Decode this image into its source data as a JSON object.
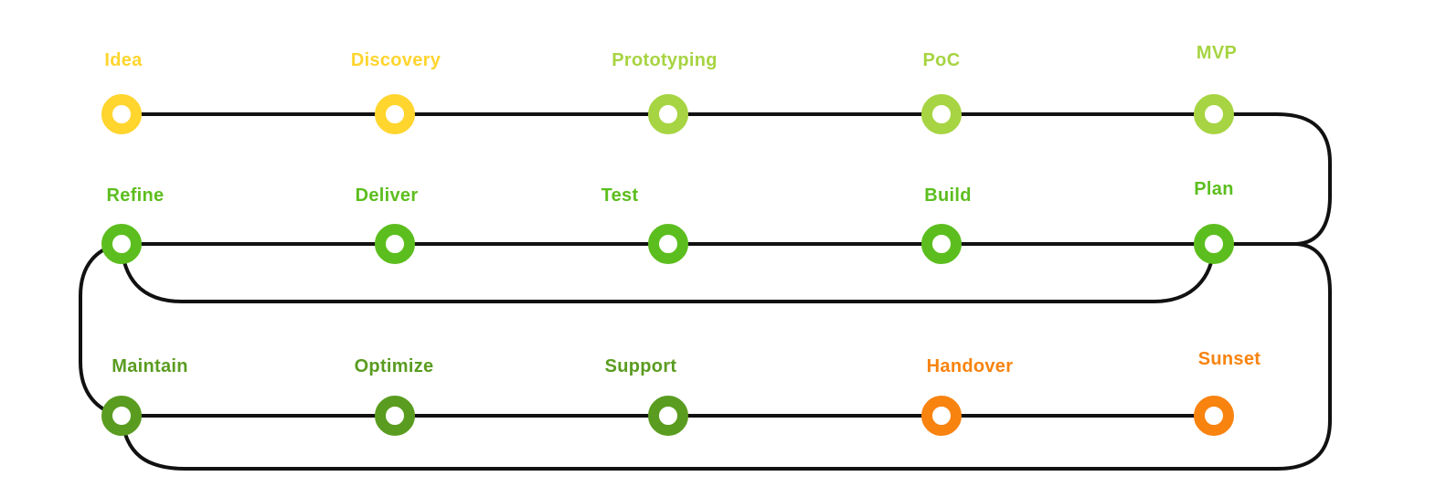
{
  "diagram": {
    "title": "product-lifecycle-flow",
    "background_color": "#ffffff",
    "line_color": "#111111",
    "palette": {
      "yellow": "#FFD52E",
      "yellow_green": "#A7D442",
      "green": "#5CBE1E",
      "dark_green": "#5A9C20",
      "orange": "#F8830F"
    },
    "rows": [
      {
        "stages": [
          {
            "label": "Idea",
            "color": "#FFD52E"
          },
          {
            "label": "Discovery",
            "color": "#FFD52E"
          },
          {
            "label": "Prototyping",
            "color": "#A7D442"
          },
          {
            "label": "PoC",
            "color": "#A7D442"
          },
          {
            "label": "MVP",
            "color": "#A7D442"
          }
        ]
      },
      {
        "stages": [
          {
            "label": "Refine",
            "color": "#5CBE1E"
          },
          {
            "label": "Deliver",
            "color": "#5CBE1E"
          },
          {
            "label": "Test",
            "color": "#5CBE1E"
          },
          {
            "label": "Build",
            "color": "#5CBE1E"
          },
          {
            "label": "Plan",
            "color": "#5CBE1E"
          }
        ]
      },
      {
        "stages": [
          {
            "label": "Maintain",
            "color": "#5A9C20"
          },
          {
            "label": "Optimize",
            "color": "#5A9C20"
          },
          {
            "label": "Support",
            "color": "#5A9C20"
          },
          {
            "label": "Handover",
            "color": "#F8830F"
          },
          {
            "label": "Sunset",
            "color": "#F8830F"
          }
        ]
      }
    ]
  }
}
